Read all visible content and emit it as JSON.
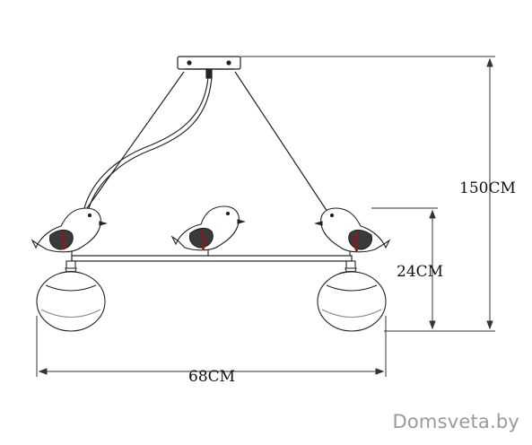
{
  "dimensions": {
    "total_height": "150CM",
    "body_height": "24CM",
    "width": "68CM"
  },
  "watermark": "Domsveta.by",
  "colors": {
    "line": "#222222",
    "dimension_line": "#333333",
    "bird_chest": "#8b1a1a",
    "watermark": "#9a9a9a"
  }
}
